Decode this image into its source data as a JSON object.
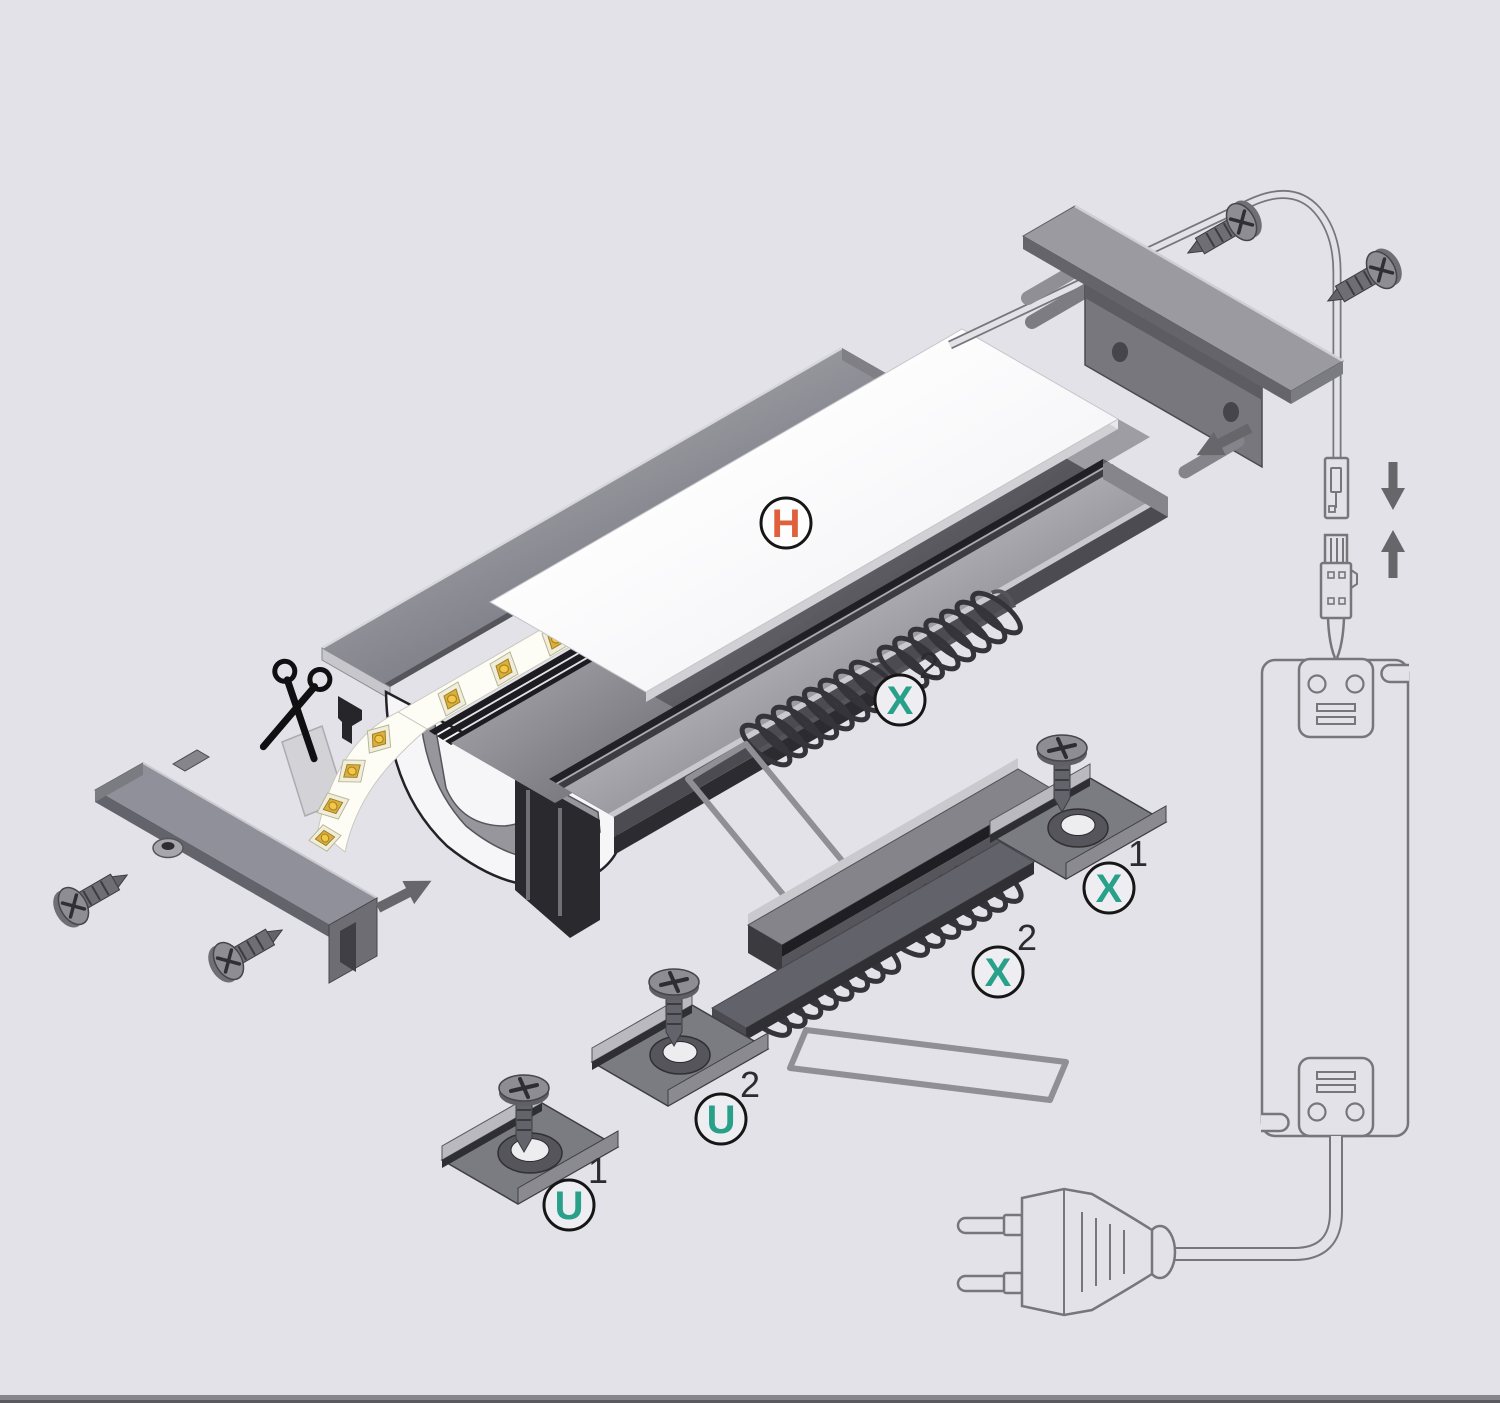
{
  "labels": {
    "h": {
      "letter": "H",
      "sup": ""
    },
    "x2_profile": {
      "letter": "X",
      "sup": "2"
    },
    "x1": {
      "letter": "X",
      "sup": "1"
    },
    "x2_bracket": {
      "letter": "X",
      "sup": "2"
    },
    "u2": {
      "letter": "U",
      "sup": "2"
    },
    "u1": {
      "letter": "U",
      "sup": "1"
    }
  },
  "colors": {
    "background": "#e3e2e8",
    "letter_teal": "#29a08a",
    "letter_orange": "#e0603e",
    "label_ring": "#161616",
    "superscript": "#2c2c30",
    "line_art": "#76767b",
    "metal_light": "#c9c9ce",
    "metal_mid": "#95959b",
    "metal_dark": "#55555b",
    "groove_black": "#1e1e22",
    "diffuser_white": "#ffffff",
    "led_gold": "#e9bc42",
    "wire_gray": "#8f8f95"
  }
}
